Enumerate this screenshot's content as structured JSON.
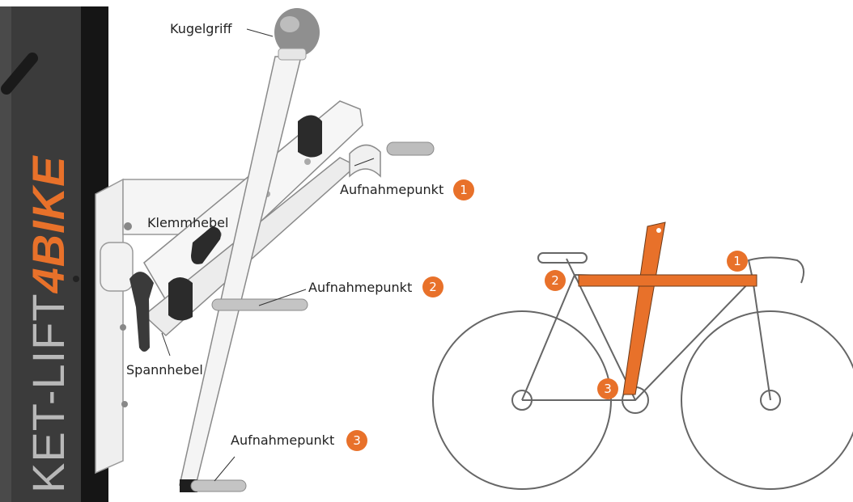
{
  "pillar": {
    "text_prefix": "KET-LIFT",
    "text_brand": "4BIKE"
  },
  "labels": {
    "kugelgriff": "Kugelgriff",
    "klemmhebel": "Klemmhebel",
    "spannhebel": "Spannhebel",
    "aufnahmepunkt_1": "Aufnahmepunkt",
    "aufnahmepunkt_2": "Aufnahmepunkt",
    "aufnahmepunkt_3": "Aufnahmepunkt"
  },
  "badges": {
    "n1": "1",
    "n2": "2",
    "n3": "3"
  },
  "bike_badges": {
    "n1": "1",
    "n2": "2",
    "n3": "3"
  },
  "colors": {
    "accent": "#e8712a",
    "pillar": "#3b3b3b",
    "frame": "#666666"
  }
}
